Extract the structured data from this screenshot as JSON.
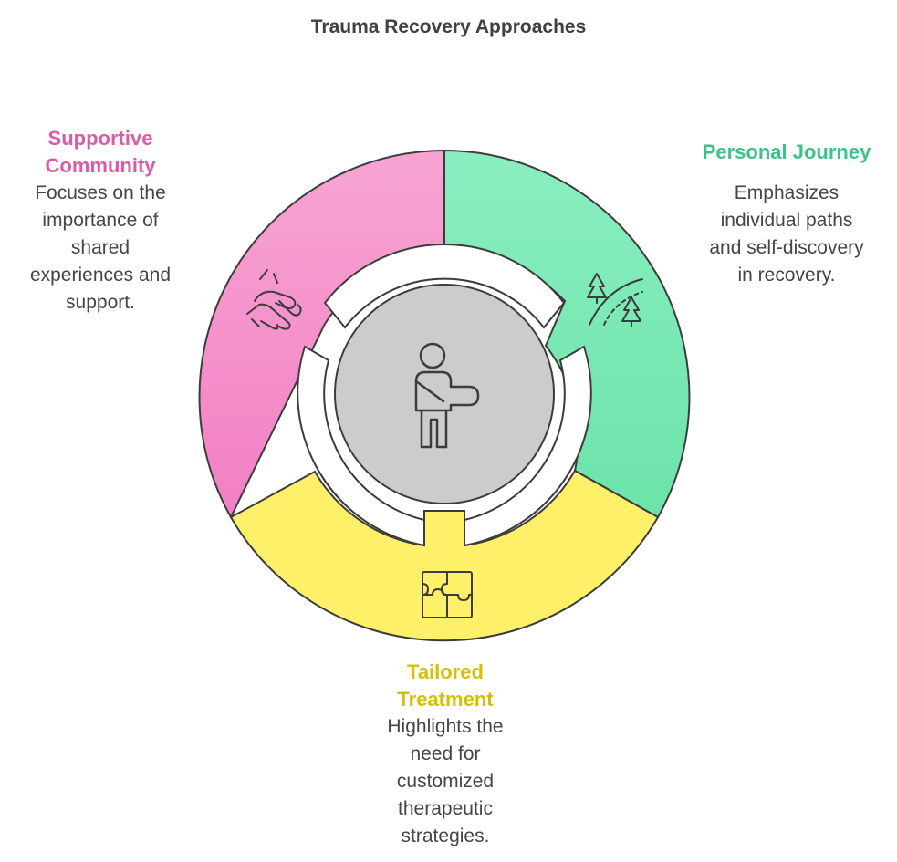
{
  "title": "Trauma Recovery Approaches",
  "colors": {
    "supportive": "#f79ccf",
    "personal": "#86ebbb",
    "tailored": "#fff06a",
    "center": "#cccccc",
    "stroke": "#3c3c3c"
  },
  "sections": {
    "supportive": {
      "heading_line1": "Supportive",
      "heading_line2": "Community",
      "lines": [
        "Focuses on the",
        "importance of",
        "shared",
        "experiences and",
        "support."
      ],
      "icon": "helping-hands-icon"
    },
    "personal": {
      "heading": "Personal Journey",
      "lines": [
        "Emphasizes",
        "individual paths",
        "and self-discovery",
        "in recovery."
      ],
      "icon": "forest-path-icon"
    },
    "tailored": {
      "heading_line1": "Tailored",
      "heading_line2": "Treatment",
      "lines": [
        "Highlights the",
        "need for",
        "customized",
        "therapeutic",
        "strategies."
      ],
      "icon": "puzzle-pieces-icon"
    }
  },
  "center_icon": "injured-person-icon"
}
